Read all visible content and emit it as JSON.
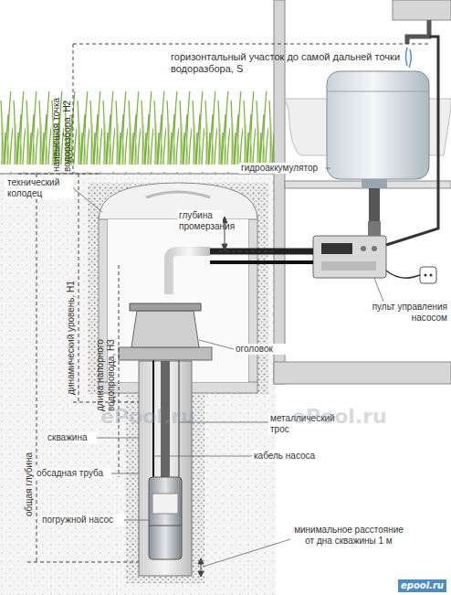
{
  "diagram": {
    "labels": [
      "горизонтальный участок до самой дальней точки водоразбора, S",
      "наивысшая точка водоразбора, H2",
      "гидроаккумулятор",
      "технический колодец",
      "глубина промерзания",
      "динамический уровень, H1",
      "общая глубина",
      "длина напорного водопровода, H3",
      "оголовок",
      "пульт управления насосом",
      "металлический трос",
      "скважина",
      "кабель насоса",
      "обсадная труба",
      "погружной насос",
      "минимальное расстояние от дна скважины 1 м",
      "ePool.ru",
      "ePool.ru",
      "epool.ru"
    ]
  }
}
